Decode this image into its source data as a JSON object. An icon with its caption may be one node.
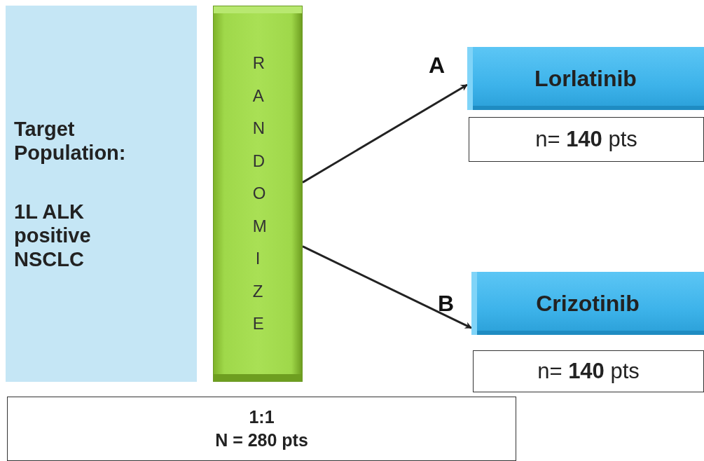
{
  "diagram": {
    "nodes": [
      {
        "text": [
          "Target Population:",
          "1L ALK positive NSCLC"
        ]
      },
      {
        "text": [
          "RANDOMIZE"
        ]
      },
      {
        "text": [
          "Lorlatinib"
        ],
        "beside": [
          "A"
        ]
      },
      {
        "text": [
          "n= **140** pts"
        ]
      },
      {
        "text": [
          "Crizotinib"
        ],
        "beside": [
          "B"
        ]
      },
      {
        "text": [
          "n= **140** pts"
        ]
      },
      {
        "text": [
          "1:1",
          "N = 280 pts"
        ]
      }
    ],
    "edges": [
      {
        "from": 1,
        "to": 2,
        "arrow": "to"
      },
      {
        "from": 1,
        "to": 4,
        "arrow": "to"
      }
    ]
  }
}
